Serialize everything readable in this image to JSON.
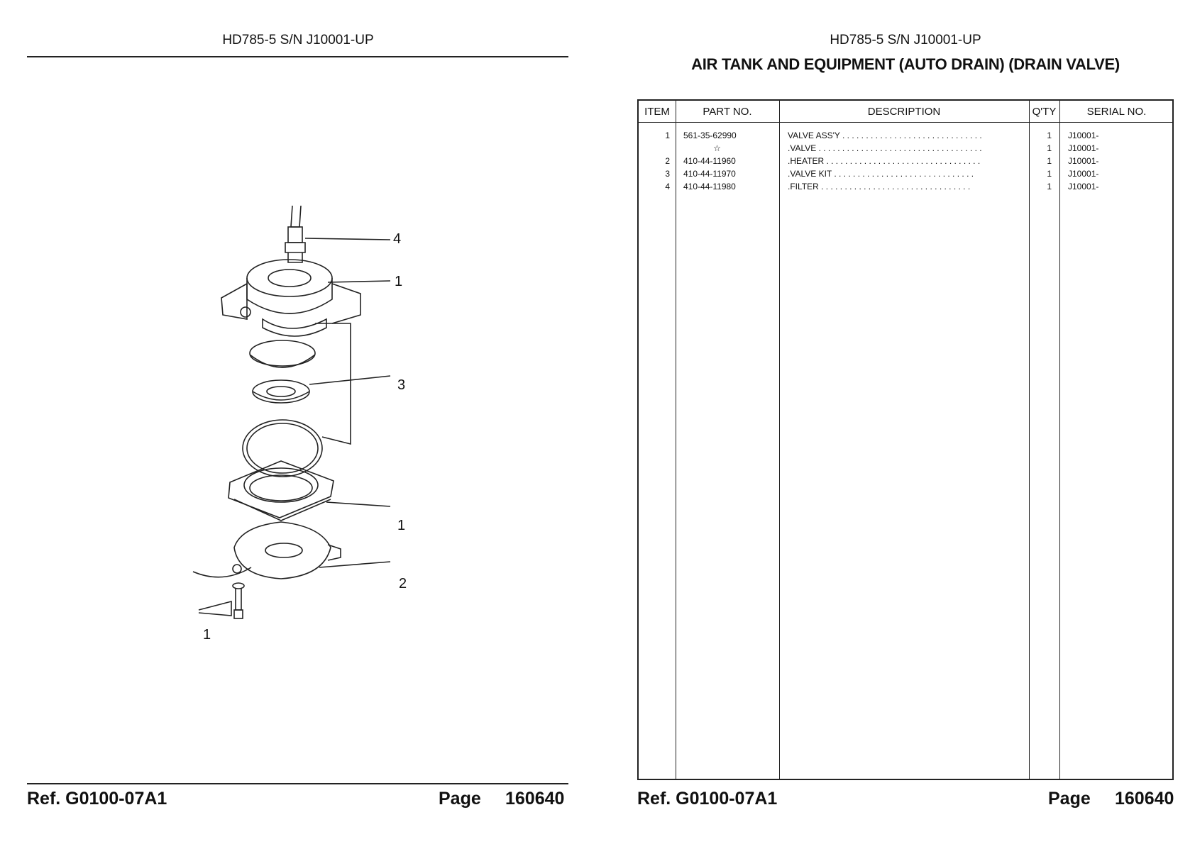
{
  "left_page": {
    "header": "HD785-5 S/N J10001-UP",
    "callouts": [
      "4",
      "1",
      "3",
      "1",
      "2",
      "1"
    ],
    "footer": {
      "ref": "Ref.  G0100-07A1",
      "page_label": "Page",
      "page_number": "160640"
    }
  },
  "right_page": {
    "header": "HD785-5 S/N J10001-UP",
    "title": "AIR TANK AND EQUIPMENT (AUTO DRAIN) (DRAIN VALVE)",
    "table": {
      "columns": [
        "ITEM",
        "PART NO.",
        "DESCRIPTION",
        "Q'TY",
        "SERIAL NO."
      ],
      "rows": [
        {
          "item": "1",
          "part": "561-35-62990",
          "desc": "VALVE ASS'Y . . . . . . . . . . . . . . . . . . . . . . . . . . . . . .",
          "qty": "1",
          "serial": "J10001-"
        },
        {
          "item": "",
          "part": "☆",
          "desc": ".VALVE . . . . . . . . . . . . . . . . . . . . . . . . . . . . . . . . . . .",
          "qty": "1",
          "serial": "J10001-"
        },
        {
          "item": "2",
          "part": "410-44-11960",
          "desc": ".HEATER . . . . . . . . . . . . . . . . . . . . . . . . . . . . . . . . .",
          "qty": "1",
          "serial": "J10001-"
        },
        {
          "item": "3",
          "part": "410-44-11970",
          "desc": ".VALVE KIT  . . . . . . . . . . . . . . . . . . . . . . . . . . . . . .",
          "qty": "1",
          "serial": "J10001-"
        },
        {
          "item": "4",
          "part": "410-44-11980",
          "desc": ".FILTER  . . . . . . . . . . . . . . . . . . . . . . . . . . . . . . . .",
          "qty": "1",
          "serial": "J10001-"
        }
      ]
    },
    "footer": {
      "ref": "Ref.  G0100-07A1",
      "page_label": "Page",
      "page_number": "160640"
    }
  }
}
